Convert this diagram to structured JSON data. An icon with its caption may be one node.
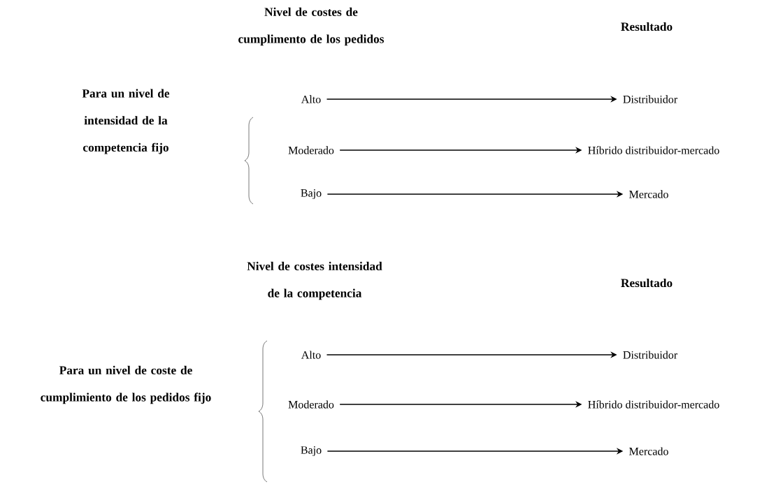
{
  "diagram": {
    "nodes": [
      {
        "text": [
          "Alto"
        ]
      },
      {
        "text": [
          "Distribuidor"
        ]
      },
      {
        "text": [
          "Moderado"
        ]
      },
      {
        "text": [
          "Híbrido distribuidor-mercado"
        ]
      },
      {
        "text": [
          "Bajo"
        ]
      },
      {
        "text": [
          "Mercado"
        ]
      },
      {
        "text": [
          "Alto"
        ]
      },
      {
        "text": [
          "Distribuidor"
        ]
      },
      {
        "text": [
          "Moderado"
        ]
      },
      {
        "text": [
          "Híbrido distribuidor-mercado"
        ]
      },
      {
        "text": [
          "Bajo"
        ]
      },
      {
        "text": [
          "Mercado"
        ]
      }
    ],
    "edges": [
      {
        "from": 0,
        "to": 1,
        "arrow": "to"
      },
      {
        "from": 2,
        "to": 3,
        "arrow": "to"
      },
      {
        "from": 4,
        "to": 5,
        "arrow": "to"
      },
      {
        "from": 6,
        "to": 7,
        "arrow": "to"
      },
      {
        "from": 8,
        "to": 9,
        "arrow": "to"
      },
      {
        "from": 10,
        "to": 11,
        "arrow": "to"
      }
    ],
    "labels": [
      "Nivel de costes de cumplimento de los pedidos",
      "Resultado",
      "Para un nivel de intensidad de la competencia fijo",
      "Nivel de costes intensidad de la competencia",
      "Resultado",
      "Para un nivel de coste de cumplimiento de los pedidos fijo"
    ]
  }
}
